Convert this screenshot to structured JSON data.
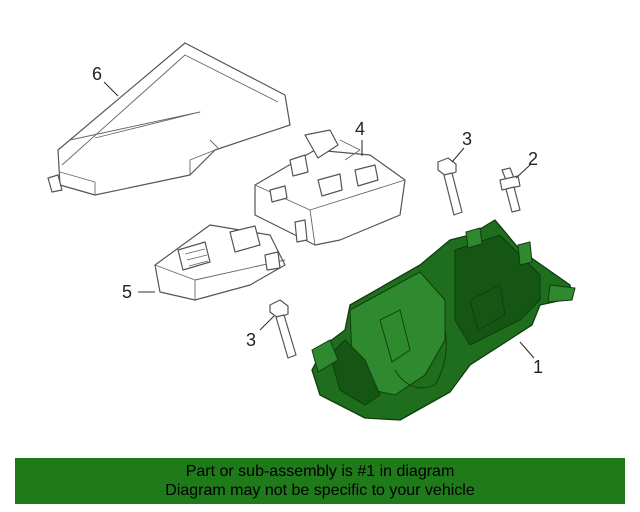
{
  "diagram": {
    "callouts": [
      {
        "id": "1",
        "label": "1"
      },
      {
        "id": "2",
        "label": "2"
      },
      {
        "id": "3a",
        "label": "3"
      },
      {
        "id": "3b",
        "label": "3"
      },
      {
        "id": "4",
        "label": "4"
      },
      {
        "id": "5",
        "label": "5"
      },
      {
        "id": "6",
        "label": "6"
      }
    ],
    "highlight_color": "#1e6e1e"
  },
  "footer": {
    "line1": "Part or sub-assembly is #1 in diagram",
    "line2": "Diagram may not be specific to your vehicle",
    "background_color": "#1f7a1a"
  }
}
